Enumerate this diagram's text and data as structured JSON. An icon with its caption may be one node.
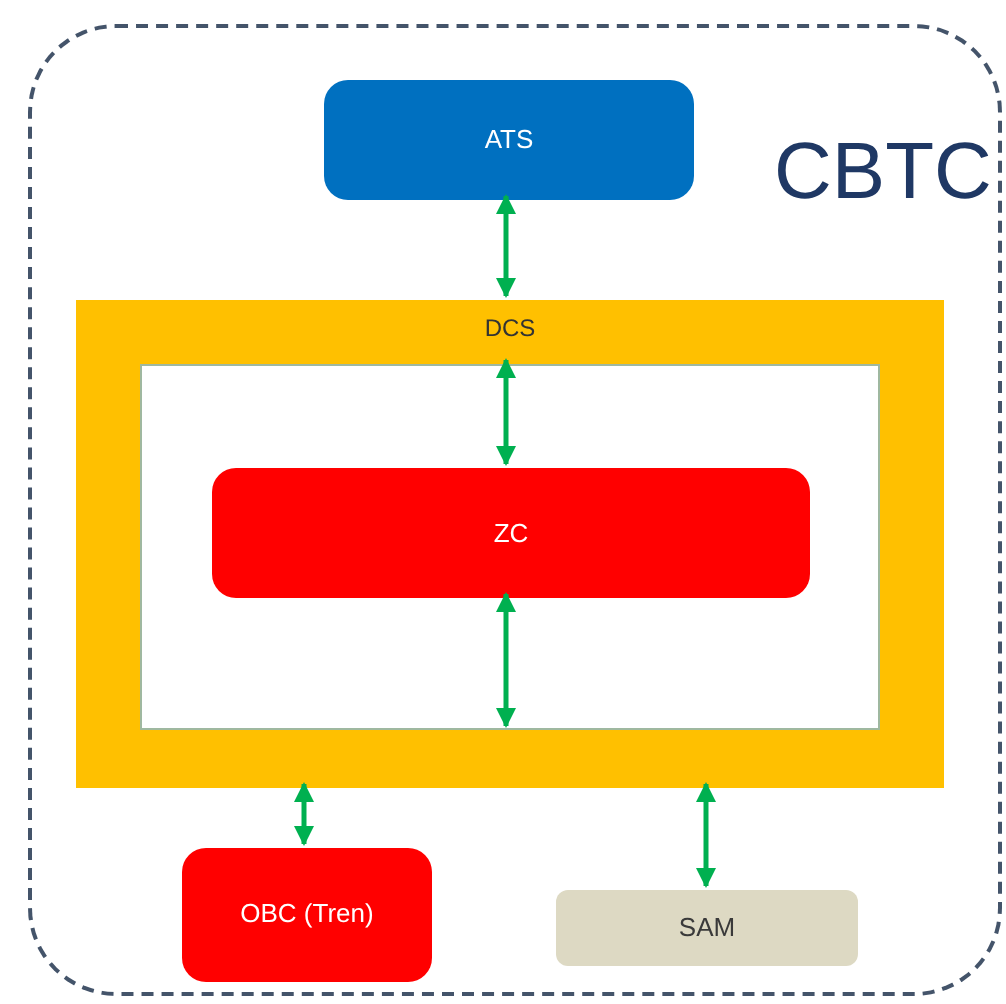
{
  "diagram": {
    "nodes": [
      {
        "text": [
          "CBTC"
        ]
      },
      {
        "text": [
          "ATS"
        ],
        "in": 0
      },
      {
        "text": [
          "DCS"
        ],
        "in": 0
      },
      {
        "text": [
          "ZC"
        ],
        "in": 2
      },
      {
        "text": [
          "OBC (Tren)"
        ],
        "in": 0
      },
      {
        "text": [
          "SAM"
        ],
        "in": 0
      }
    ],
    "edges": [
      {
        "from": 1,
        "to": 2,
        "arrow": "both"
      },
      {
        "from": 2,
        "to": 3,
        "arrow": "both"
      },
      {
        "from": 3,
        "to": 2,
        "arrow": "both"
      },
      {
        "from": 2,
        "to": 4,
        "arrow": "both"
      },
      {
        "from": 2,
        "to": 5,
        "arrow": "both"
      }
    ]
  }
}
